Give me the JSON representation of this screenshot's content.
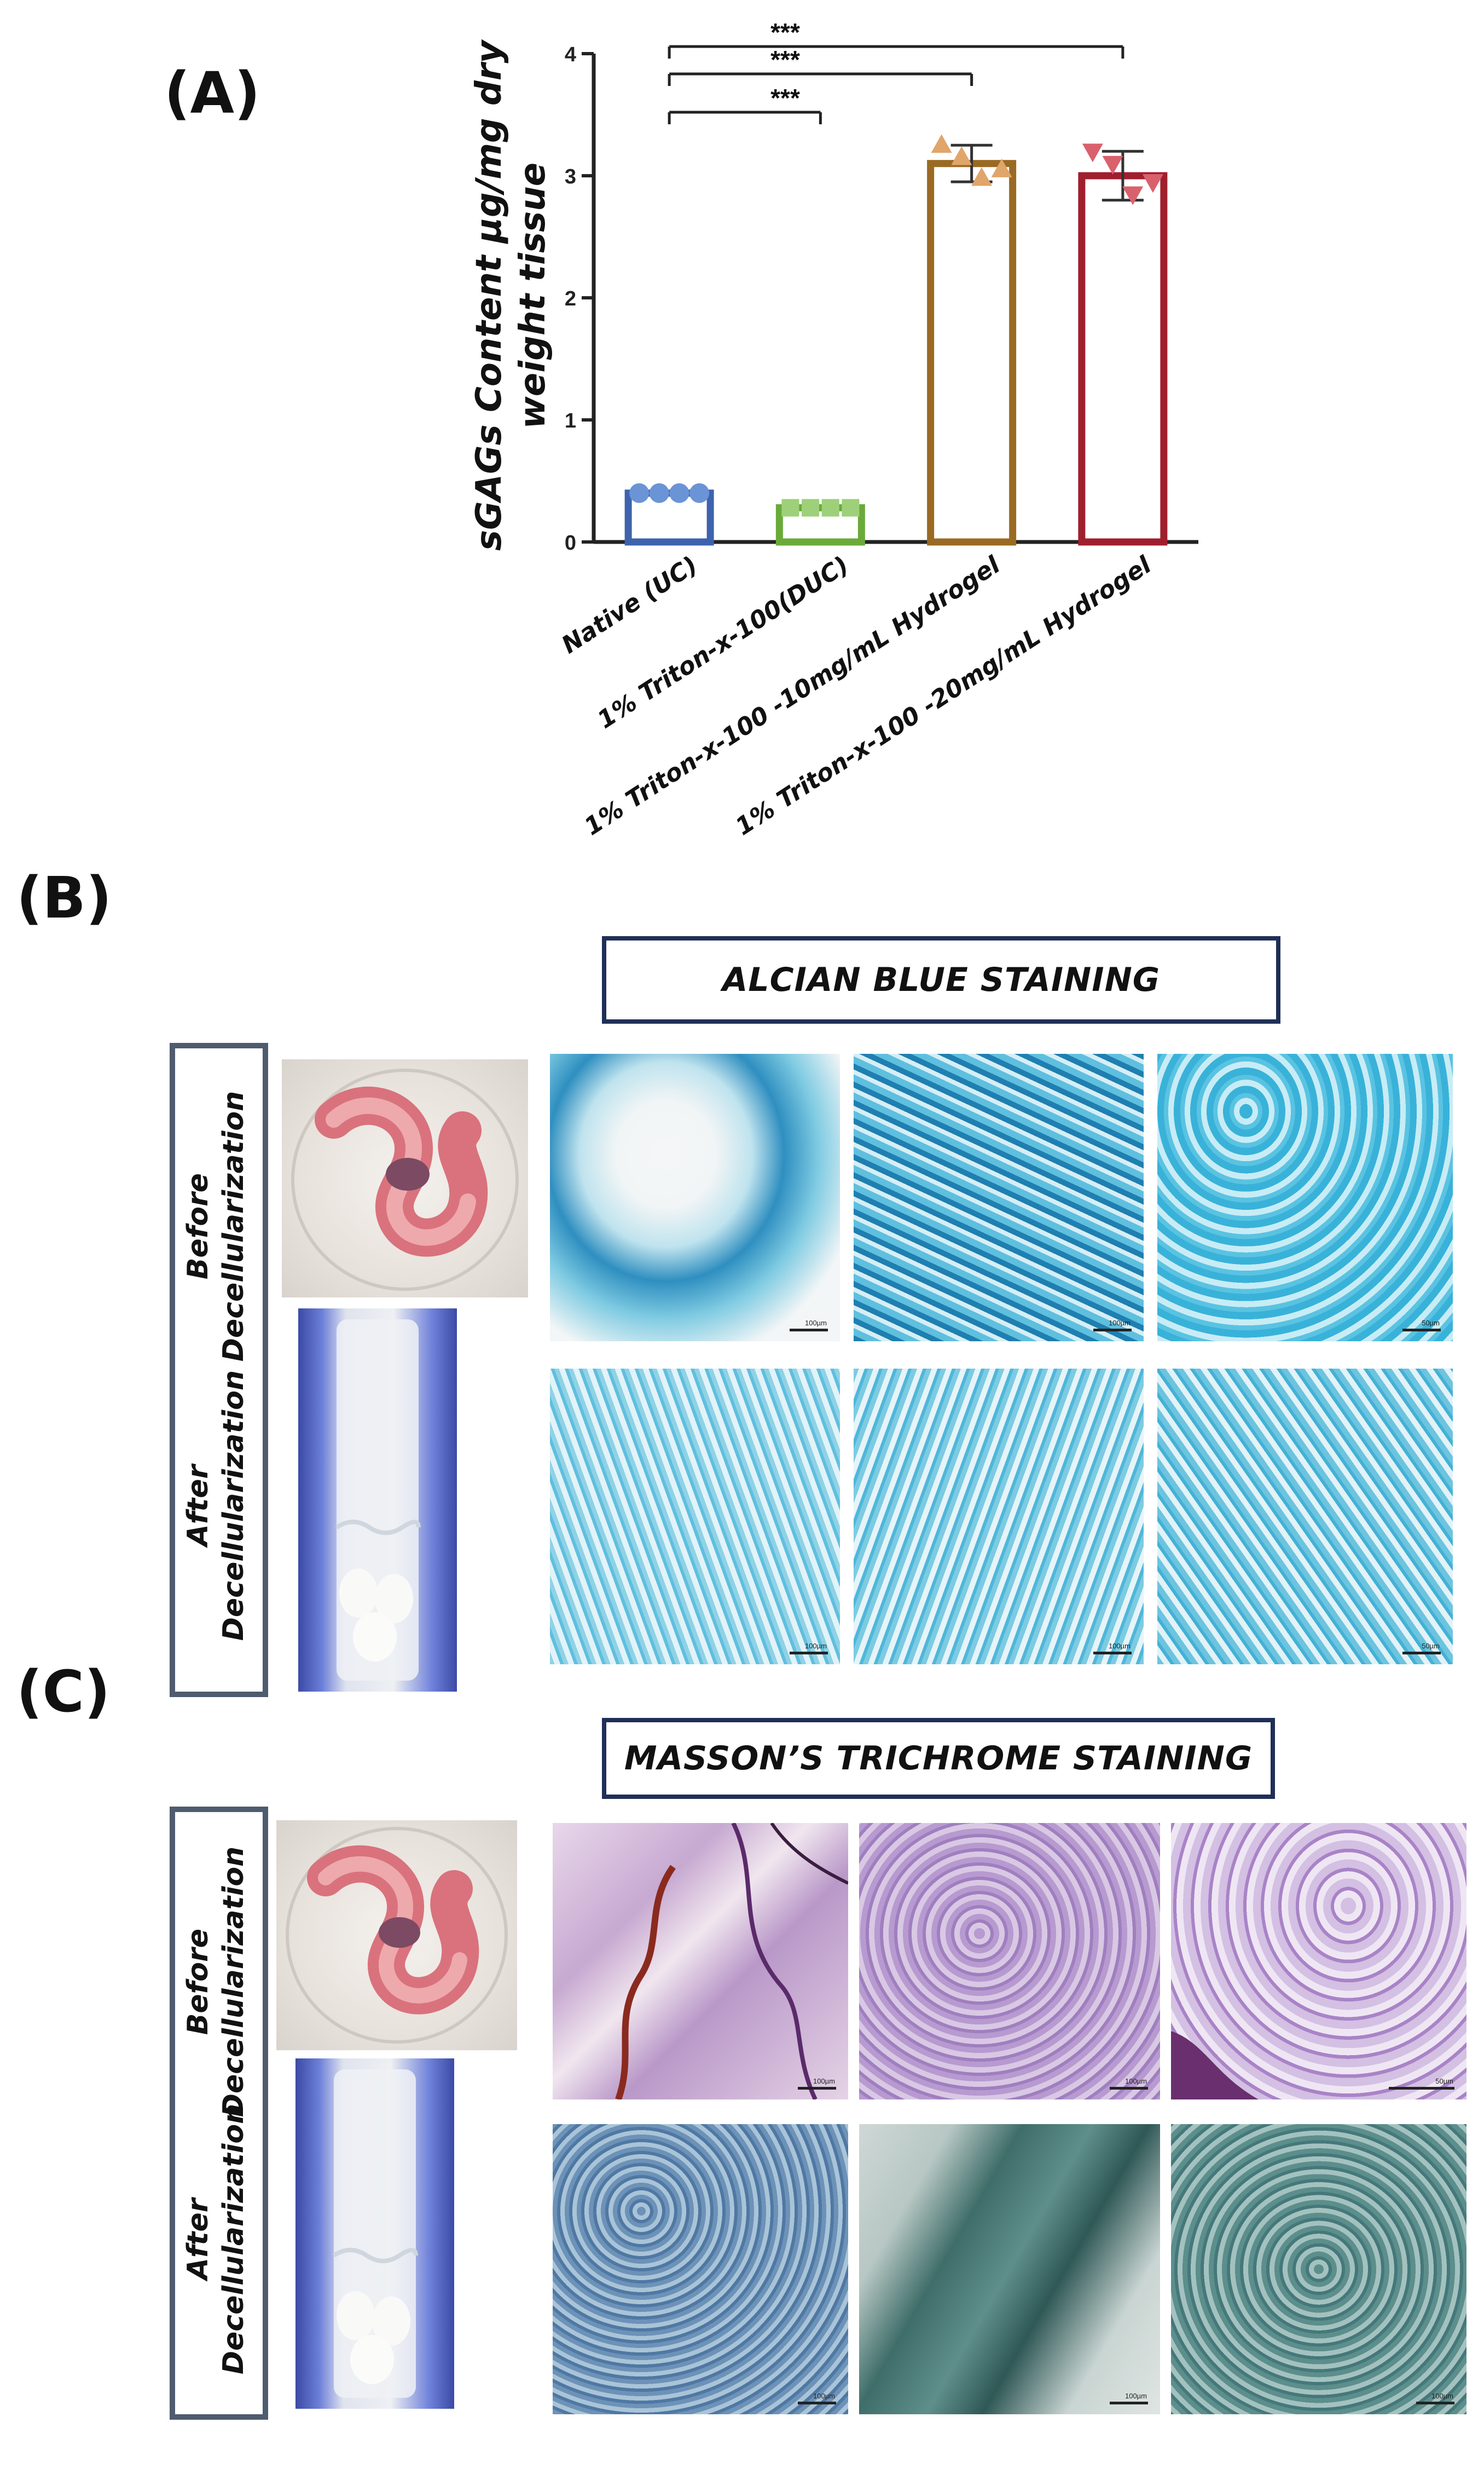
{
  "panels": {
    "a_label": "(A)",
    "b_label": "(B)",
    "c_label": "(C)"
  },
  "chart_data": {
    "type": "bar",
    "title": "",
    "ylabel_line1": "sGAGs Content µg/mg dry",
    "ylabel_line2": "weight tissue",
    "xlabel": "",
    "ylim": [
      0,
      4
    ],
    "yticks": [
      "0",
      "1",
      "2",
      "3",
      "4"
    ],
    "categories": [
      "Native (UC)",
      "1% Triton-x-100(DUC)",
      "1% Triton-x-100 -10mg/mL Hydrogel",
      "1% Triton-x-100 -20mg/mL Hydrogel"
    ],
    "values": [
      0.4,
      0.28,
      3.1,
      3.0
    ],
    "errors": [
      0.02,
      0.02,
      0.15,
      0.2
    ],
    "points": [
      [
        0.4,
        0.4,
        0.4,
        0.4
      ],
      [
        0.28,
        0.28,
        0.28,
        0.28
      ],
      [
        3.25,
        3.15,
        2.98,
        3.05
      ],
      [
        3.2,
        3.1,
        2.85,
        2.95
      ]
    ],
    "markers": [
      "circle",
      "square",
      "triangle-up",
      "triangle-down"
    ],
    "colors": [
      "#3e63ad",
      "#6aaa3a",
      "#9a6a24",
      "#a01f2e"
    ],
    "marker_colors": [
      "#6b94d6",
      "#9ed07a",
      "#e0a56a",
      "#d9616c"
    ],
    "significance": [
      {
        "from": 0,
        "to": 1,
        "label": "***"
      },
      {
        "from": 0,
        "to": 2,
        "label": "***"
      },
      {
        "from": 0,
        "to": 3,
        "label": "***"
      }
    ],
    "grid": false,
    "legend": "none"
  },
  "alcian": {
    "title": "ALCIAN BLUE STAINING",
    "before_line1": "Before",
    "before_line2": "Decellularization",
    "after_line1": "After",
    "after_line2": "Decellularization",
    "scale_labels": [
      "100µm",
      "100µm",
      "50µm",
      "100µm",
      "100µm",
      "50µm"
    ]
  },
  "masson": {
    "title": "MASSON’S TRICHROME STAINING",
    "before_line1": "Before",
    "before_line2": "Decellularization",
    "after_line1": "After",
    "after_line2": "Decellularization",
    "scale_labels": [
      "100µm",
      "100µm",
      "50µm",
      "100µm",
      "100µm",
      "100µm"
    ]
  },
  "colors": {
    "alcian_dark": "#1f7fb0",
    "alcian_mid": "#3fb3d8",
    "alcian_light": "#bfe6f1",
    "masson_before": "#b9a2d0",
    "masson_after": "#5b8fa8",
    "box_border": "#4f5b6e",
    "title_border": "#1f2f57"
  }
}
